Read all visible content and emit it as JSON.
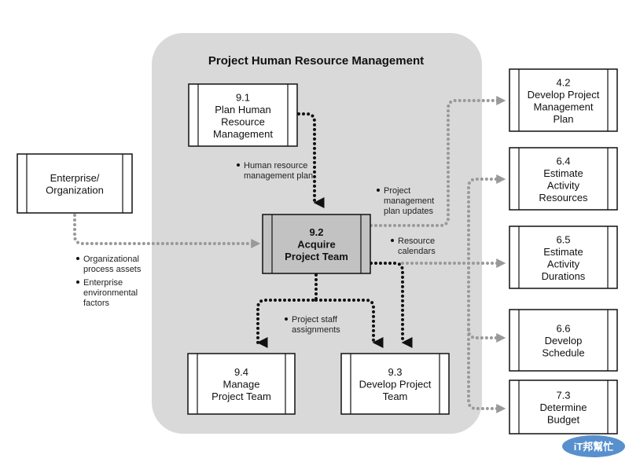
{
  "title": "Project Human Resource Management",
  "boxes": {
    "p91": [
      "9.1",
      "Plan Human",
      "Resource",
      "Management"
    ],
    "ent": [
      "Enterprise/",
      "Organization"
    ],
    "p92": [
      "9.2",
      "Acquire",
      "Project Team"
    ],
    "p94": [
      "9.4",
      "Manage",
      "Project Team"
    ],
    "p93": [
      "9.3",
      "Develop Project",
      "Team"
    ],
    "p42": [
      "4.2",
      "Develop Project",
      "Management",
      "Plan"
    ],
    "p64": [
      "6.4",
      "Estimate",
      "Activity",
      "Resources"
    ],
    "p65": [
      "6.5",
      "Estimate",
      "Activity",
      "Durations"
    ],
    "p66": [
      "6.6",
      "Develop",
      "Schedule"
    ],
    "p73": [
      "7.3",
      "Determine",
      "Budget"
    ]
  },
  "labels": {
    "hr_plan": [
      "Human resource",
      "management plan"
    ],
    "org": [
      "Organizational",
      "process assets"
    ],
    "eef": [
      "Enterprise",
      "environmental",
      "factors"
    ],
    "pmp": [
      "Project",
      "management",
      "plan updates"
    ],
    "rc": [
      "Resource",
      "calendars"
    ],
    "psa": [
      "Project staff",
      "assignments"
    ]
  },
  "watermark": "iT邦幫忙",
  "colors": {
    "region": "#d9d9d9",
    "highlight": "#c2c2c2",
    "input_arrow": "#999999",
    "flow_arrow": "#111111"
  }
}
